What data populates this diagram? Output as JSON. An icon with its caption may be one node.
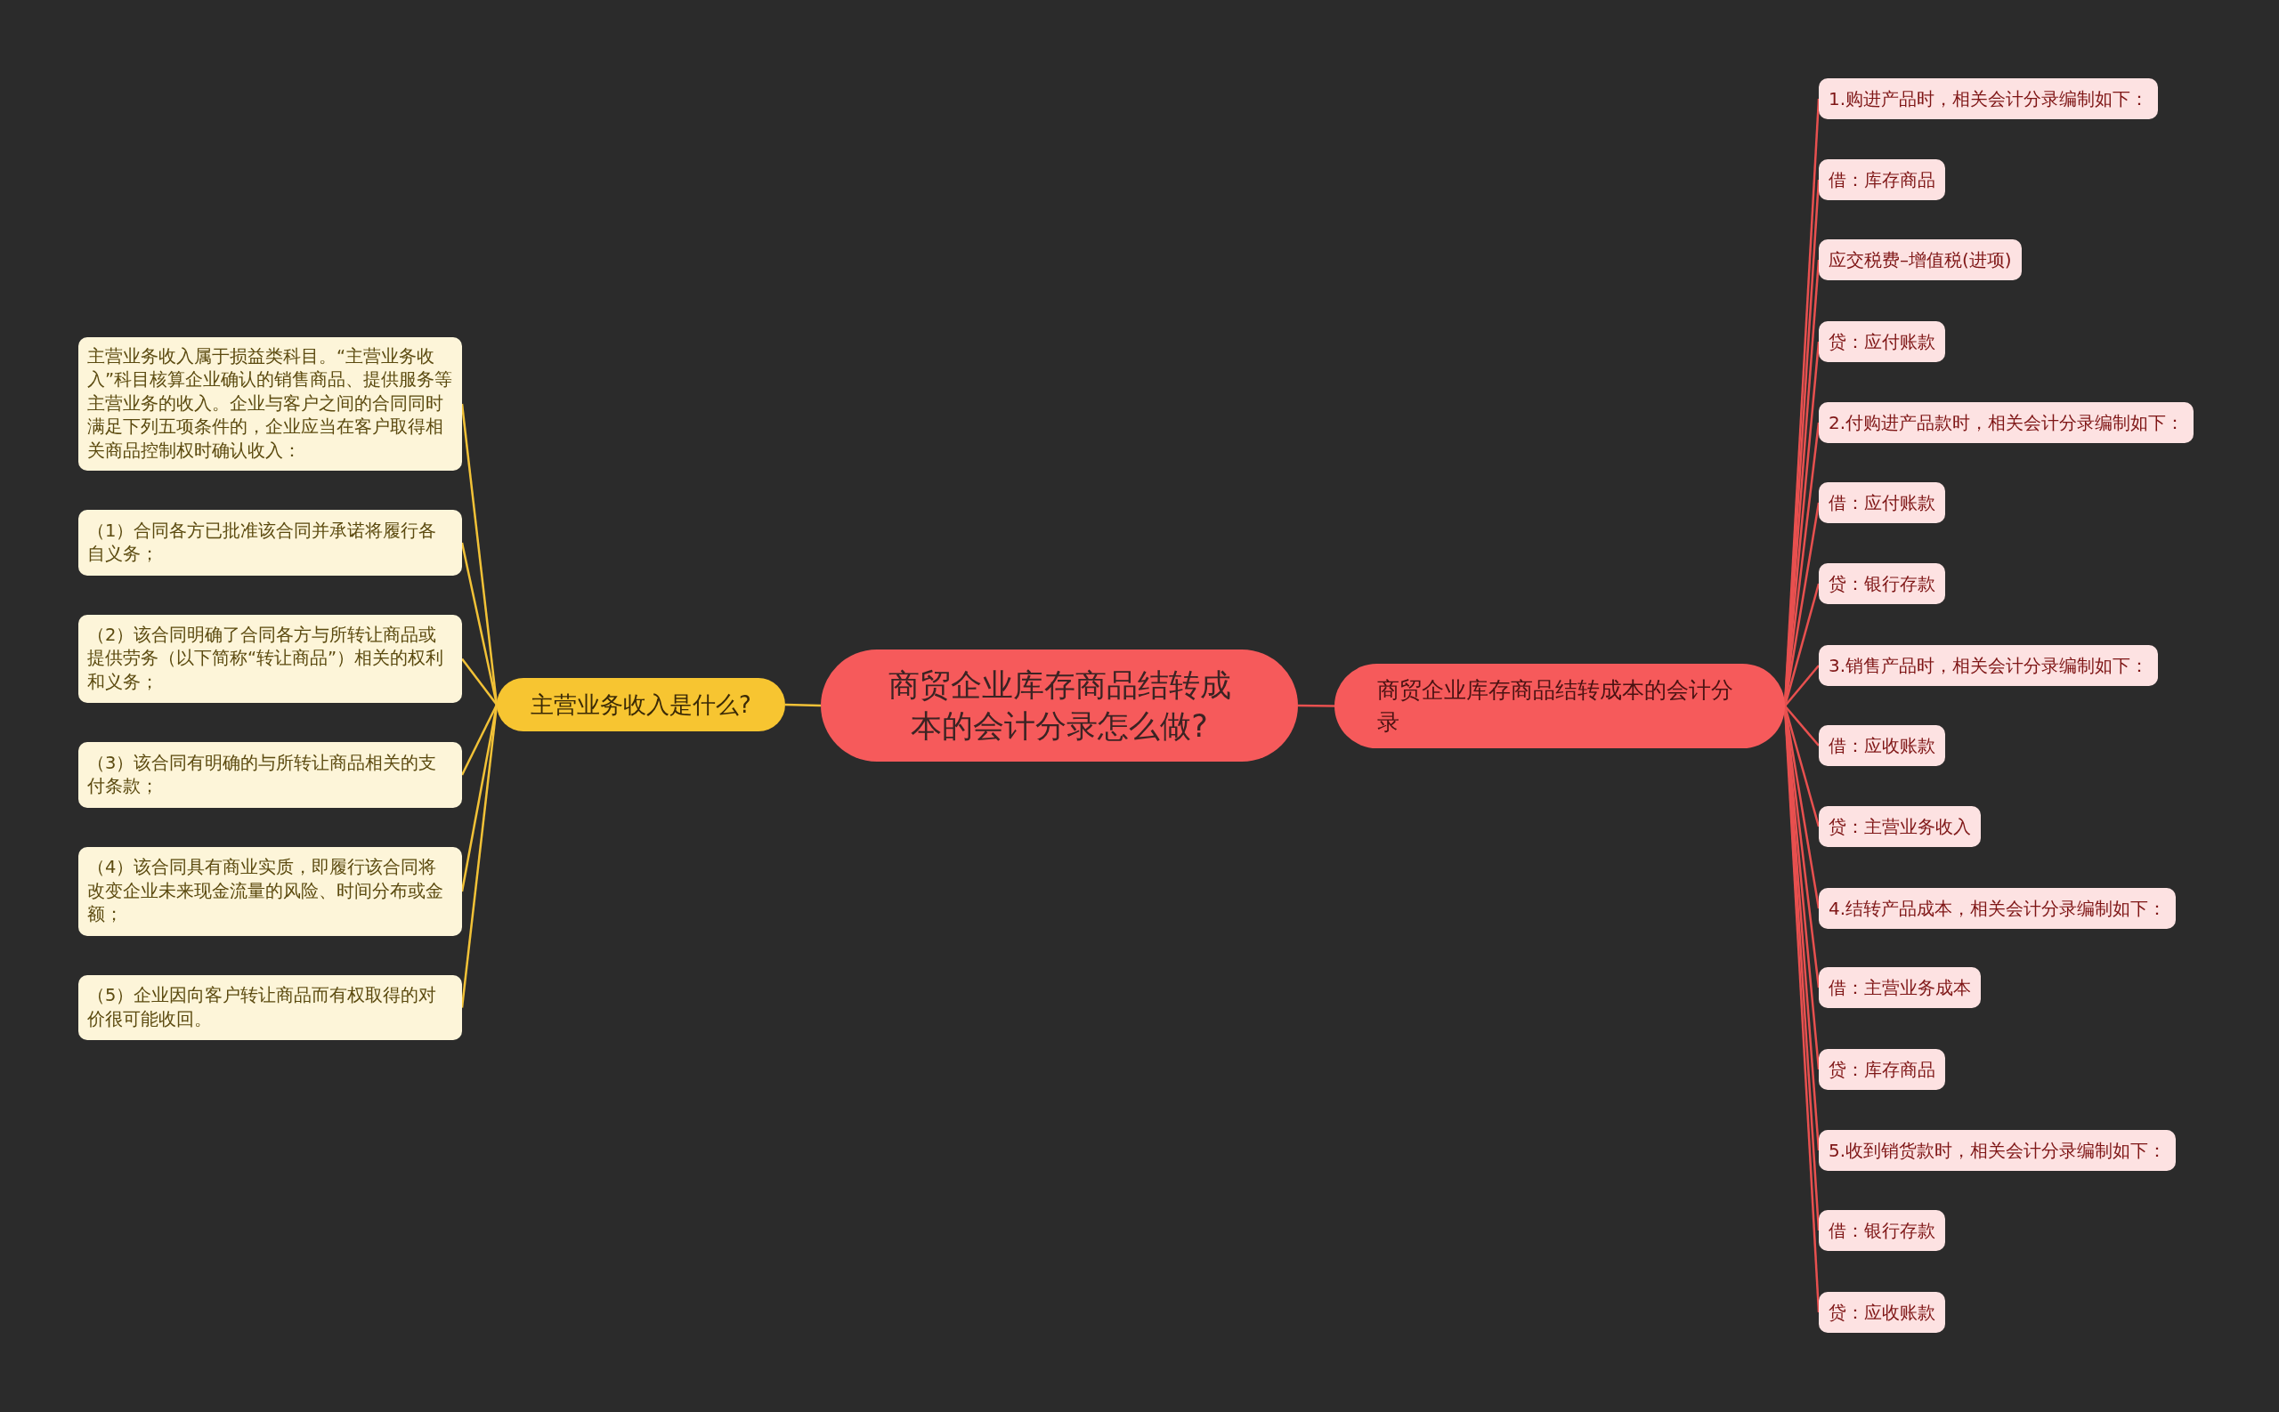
{
  "diagram": {
    "nodes": [
      {
        "text": [
          "商贸企业库存商品结转成本的会计分录怎么做?"
        ]
      },
      {
        "text": [
          "商贸企业库存商品结转成本的会计分录"
        ]
      },
      {
        "text": [
          "主营业务收入是什么?"
        ]
      },
      {
        "text": [
          "主营业务收入属于损益类科目。“主营业务收入”科目核算企业确认的销售商品、提供服务等主营业务的收入。企业与客户之间的合同同时满足下列五项条件的，企业应当在客户取得相关商品控制权时确认收入："
        ]
      },
      {
        "text": [
          "（1）合同各方已批准该合同并承诺将履行各自义务；"
        ]
      },
      {
        "text": [
          "（2）该合同明确了合同各方与所转让商品或提供劳务（以下简称“转让商品”）相关的权利和义务；"
        ]
      },
      {
        "text": [
          "（3）该合同有明确的与所转让商品相关的支付条款；"
        ]
      },
      {
        "text": [
          "（4）该合同具有商业实质，即履行该合同将改变企业未来现金流量的风险、时间分布或金额；"
        ]
      },
      {
        "text": [
          "（5）企业因向客户转让商品而有权取得的对价很可能收回。"
        ]
      },
      {
        "text": [
          "1.购进产品时，相关会计分录编制如下："
        ]
      },
      {
        "text": [
          "借：库存商品"
        ]
      },
      {
        "text": [
          "应交税费–增值税(进项)"
        ]
      },
      {
        "text": [
          "贷：应付账款"
        ]
      },
      {
        "text": [
          "2.付购进产品款时，相关会计分录编制如下："
        ]
      },
      {
        "text": [
          "借：应付账款"
        ]
      },
      {
        "text": [
          "贷：银行存款"
        ]
      },
      {
        "text": [
          "3.销售产品时，相关会计分录编制如下："
        ]
      },
      {
        "text": [
          "借：应收账款"
        ]
      },
      {
        "text": [
          "贷：主营业务收入"
        ]
      },
      {
        "text": [
          "4.结转产品成本，相关会计分录编制如下："
        ]
      },
      {
        "text": [
          "借：主营业务成本"
        ]
      },
      {
        "text": [
          "贷：库存商品"
        ]
      },
      {
        "text": [
          "5.收到销货款时，相关会计分录编制如下："
        ]
      },
      {
        "text": [
          "借：银行存款"
        ]
      },
      {
        "text": [
          "贷：应收账款"
        ]
      }
    ],
    "edges": [
      {
        "from": 0,
        "to": 1,
        "arrow": "none"
      },
      {
        "from": 0,
        "to": 2,
        "arrow": "none",
        "color": "#f2c237"
      },
      {
        "from": 2,
        "to": 3,
        "arrow": "none",
        "color": "#f2c237"
      },
      {
        "from": 2,
        "to": 4,
        "arrow": "none",
        "color": "#f2c237"
      },
      {
        "from": 2,
        "to": 5,
        "arrow": "none",
        "color": "#f2c237"
      },
      {
        "from": 2,
        "to": 6,
        "arrow": "none",
        "color": "#f2c237"
      },
      {
        "from": 2,
        "to": 7,
        "arrow": "none",
        "color": "#f2c237"
      },
      {
        "from": 2,
        "to": 8,
        "arrow": "none",
        "color": "#f2c237"
      },
      {
        "from": 1,
        "to": 9,
        "arrow": "none"
      },
      {
        "from": 1,
        "to": 10,
        "arrow": "none"
      },
      {
        "from": 1,
        "to": 11,
        "arrow": "none"
      },
      {
        "from": 1,
        "to": 12,
        "arrow": "none"
      },
      {
        "from": 1,
        "to": 13,
        "arrow": "none"
      },
      {
        "from": 1,
        "to": 14,
        "arrow": "none"
      },
      {
        "from": 1,
        "to": 15,
        "arrow": "none"
      },
      {
        "from": 1,
        "to": 16,
        "arrow": "none"
      },
      {
        "from": 1,
        "to": 17,
        "arrow": "none"
      },
      {
        "from": 1,
        "to": 18,
        "arrow": "none"
      },
      {
        "from": 1,
        "to": 19,
        "arrow": "none"
      },
      {
        "from": 1,
        "to": 20,
        "arrow": "none"
      },
      {
        "from": 1,
        "to": 21,
        "arrow": "none"
      },
      {
        "from": 1,
        "to": 22,
        "arrow": "none"
      },
      {
        "from": 1,
        "to": 23,
        "arrow": "none"
      },
      {
        "from": 1,
        "to": 24,
        "arrow": "none"
      }
    ]
  }
}
